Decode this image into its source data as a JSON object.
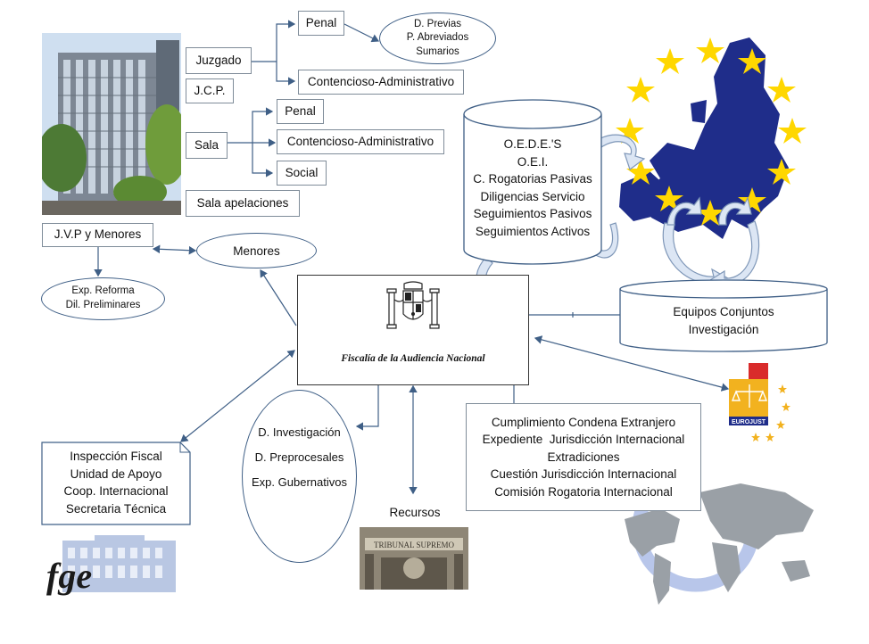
{
  "courts": {
    "juzgado": "Juzgado",
    "jcp": "J.C.P.",
    "sala": "Sala",
    "sala_apelaciones": "Sala apelaciones",
    "jvp_menores": "J.V.P y Menores",
    "juzgado_penal": "Penal",
    "juzgado_contencioso": "Contencioso-Administrativo",
    "sala_penal": "Penal",
    "sala_contencioso": "Contencioso-Administrativo",
    "sala_social": "Social"
  },
  "procedures": [
    "D. Previas",
    "P. Abreviados",
    "Sumarios"
  ],
  "menores": "Menores",
  "menores_procs": [
    "Exp. Reforma",
    "Dil. Preliminares"
  ],
  "center": {
    "label": "Fiscalía de la Audiencia Nacional"
  },
  "cooperation_db": [
    "O.E.D.E.'S",
    "O.E.I.",
    "C. Rogatorias Pasivas",
    "Diligencias Servicio",
    "Seguimientos Pasivos",
    "Seguimientos Activos"
  ],
  "equipos": [
    "Equipos Conjuntos",
    "Investigación"
  ],
  "eurojust_label": "EUROJUST",
  "international": [
    "Cumplimiento Condena Extranjero",
    "Expediente  Jurisdicción Internacional",
    "Extradiciones",
    "Cuestión Jurisdicción Internacional",
    "Comisión Rogatoria Internacional"
  ],
  "internal_units": [
    "Inspección Fiscal",
    "Unidad de Apoyo",
    "Coop. Internacional",
    "Secretaria Técnica"
  ],
  "diligencias": [
    "D. Investigación",
    "D. Preprocesales",
    "Exp. Gubernativos"
  ],
  "recursos": "Recursos",
  "supremo_sign": "TRIBUNAL SUPREMO",
  "fge_logo": "fge",
  "colors": {
    "line": "#3f5f86",
    "eu_blue": "#1f2d8a",
    "eu_star": "#ffd700",
    "arrow_fill": "#dce6f4"
  }
}
